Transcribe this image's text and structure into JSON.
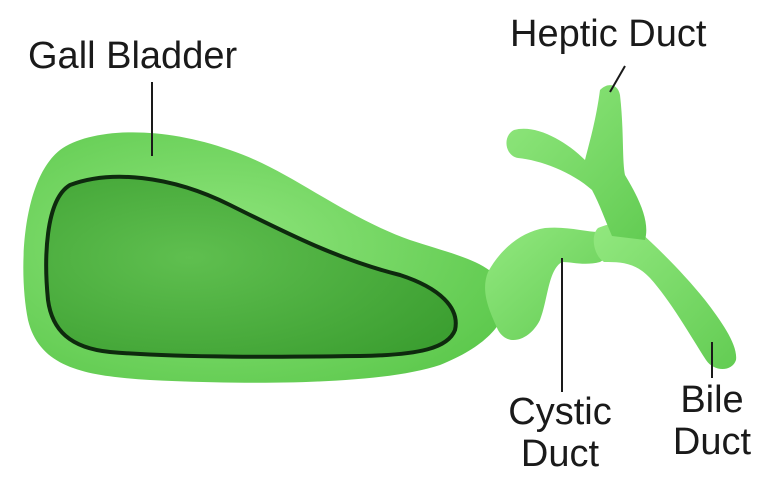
{
  "labels": {
    "gall_bladder": "Gall Bladder",
    "heptic_duct": "Heptic Duct",
    "cystic_duct": [
      "Cystic",
      "Duct"
    ],
    "bile_duct": [
      "Bile",
      "Duct"
    ]
  },
  "colors": {
    "outer_tissue": "#6fd65f",
    "inner_body": "#4cb440",
    "duct": "#79dc69",
    "outline": "#0e2a0e",
    "leader_line": "#1a1a1a",
    "text": "#1a1a1a"
  }
}
